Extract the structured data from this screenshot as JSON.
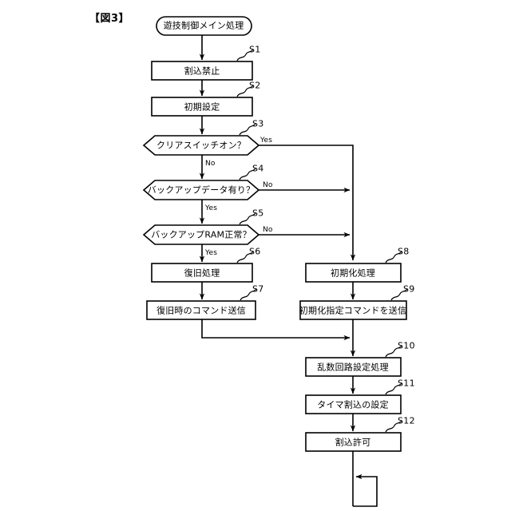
{
  "figure": {
    "label": "【図3】",
    "title_node": "遊技制御メイン処理"
  },
  "colors": {
    "stroke": "#000000",
    "background": "#ffffff",
    "text": "#000000"
  },
  "chart_data": {
    "type": "diagram",
    "title": "【図3】",
    "nodes": [
      {
        "id": "start",
        "shape": "terminator",
        "text": "遊技制御メイン処理",
        "step": ""
      },
      {
        "id": "s1",
        "shape": "process",
        "text": "割込禁止",
        "step": "S1"
      },
      {
        "id": "s2",
        "shape": "process",
        "text": "初期設定",
        "step": "S2"
      },
      {
        "id": "s3",
        "shape": "decision",
        "text": "クリアスイッチオン？",
        "step": "S3"
      },
      {
        "id": "s4",
        "shape": "decision",
        "text": "バックアップデータ有り？",
        "step": "S4"
      },
      {
        "id": "s5",
        "shape": "decision",
        "text": "バックアップRAM正常？",
        "step": "S5"
      },
      {
        "id": "s6",
        "shape": "process",
        "text": "復旧処理",
        "step": "S6"
      },
      {
        "id": "s7",
        "shape": "process",
        "text": "復旧時のコマンド送信",
        "step": "S7"
      },
      {
        "id": "s8",
        "shape": "process",
        "text": "初期化処理",
        "step": "S8"
      },
      {
        "id": "s9",
        "shape": "process",
        "text": "初期化指定コマンドを送信",
        "step": "S9"
      },
      {
        "id": "s10",
        "shape": "process",
        "text": "乱数回路設定処理",
        "step": "S10"
      },
      {
        "id": "s11",
        "shape": "process",
        "text": "タイマ割込の設定",
        "step": "S11"
      },
      {
        "id": "s12",
        "shape": "process",
        "text": "割込許可",
        "step": "S12"
      }
    ],
    "edges": [
      {
        "from": "start",
        "to": "s1",
        "label": ""
      },
      {
        "from": "s1",
        "to": "s2",
        "label": ""
      },
      {
        "from": "s2",
        "to": "s3",
        "label": ""
      },
      {
        "from": "s3",
        "to": "s8",
        "label": "Yes"
      },
      {
        "from": "s3",
        "to": "s4",
        "label": "No"
      },
      {
        "from": "s4",
        "to": "s8",
        "label": "No"
      },
      {
        "from": "s4",
        "to": "s5",
        "label": "Yes"
      },
      {
        "from": "s5",
        "to": "s8",
        "label": "No"
      },
      {
        "from": "s5",
        "to": "s6",
        "label": "Yes"
      },
      {
        "from": "s6",
        "to": "s7",
        "label": ""
      },
      {
        "from": "s7",
        "to": "s10",
        "label": ""
      },
      {
        "from": "s8",
        "to": "s9",
        "label": ""
      },
      {
        "from": "s9",
        "to": "s10",
        "label": ""
      },
      {
        "from": "s10",
        "to": "s11",
        "label": ""
      },
      {
        "from": "s11",
        "to": "s12",
        "label": ""
      },
      {
        "from": "s12",
        "to": "loop",
        "label": ""
      }
    ],
    "branch_labels": [
      {
        "id": "s3-yes",
        "text": "Yes"
      },
      {
        "id": "s3-no",
        "text": "No"
      },
      {
        "id": "s4-no",
        "text": "No"
      },
      {
        "id": "s4-yes",
        "text": "Yes"
      },
      {
        "id": "s5-no",
        "text": "No"
      },
      {
        "id": "s5-yes",
        "text": "Yes"
      }
    ]
  },
  "steps": {
    "s1": "S1",
    "s2": "S2",
    "s3": "S3",
    "s4": "S4",
    "s5": "S5",
    "s6": "S6",
    "s7": "S7",
    "s8": "S8",
    "s9": "S9",
    "s10": "S10",
    "s11": "S11",
    "s12": "S12"
  },
  "nodes": {
    "start": "遊技制御メイン処理",
    "s1": "割込禁止",
    "s2": "初期設定",
    "s3": "クリアスイッチオン？",
    "s4": "バックアップデータ有り？",
    "s5": "バックアップRAM正常？",
    "s6": "復旧処理",
    "s7": "復旧時のコマンド送信",
    "s8": "初期化処理",
    "s9": "初期化指定コマンドを送信",
    "s10": "乱数回路設定処理",
    "s11": "タイマ割込の設定",
    "s12": "割込許可"
  },
  "branches": {
    "s3_yes": "Yes",
    "s3_no": "No",
    "s4_no": "No",
    "s4_yes": "Yes",
    "s5_no": "No",
    "s5_yes": "Yes"
  }
}
